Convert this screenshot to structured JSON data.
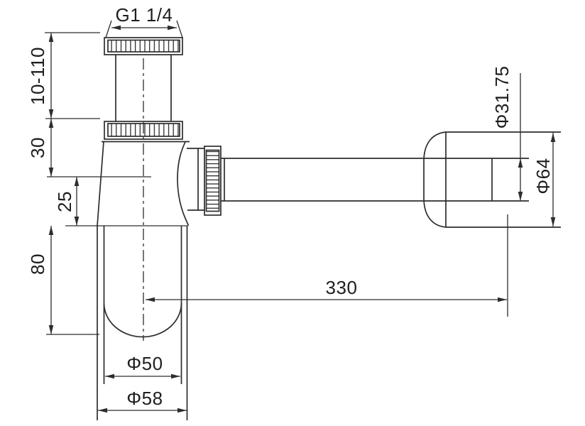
{
  "dimensions": {
    "thread_size": "G1 1/4",
    "adjustable_height": "10-110",
    "upper_body_height": "30",
    "outlet_to_rim": "25",
    "cup_depth": "80",
    "outlet_length": "330",
    "pipe_diameter": "Φ31.75",
    "flange_diameter": "Φ64",
    "cup_inner_diameter": "Φ50",
    "cup_outer_diameter": "Φ58"
  },
  "colors": {
    "line": "#2d2d2d",
    "background": "#ffffff"
  }
}
